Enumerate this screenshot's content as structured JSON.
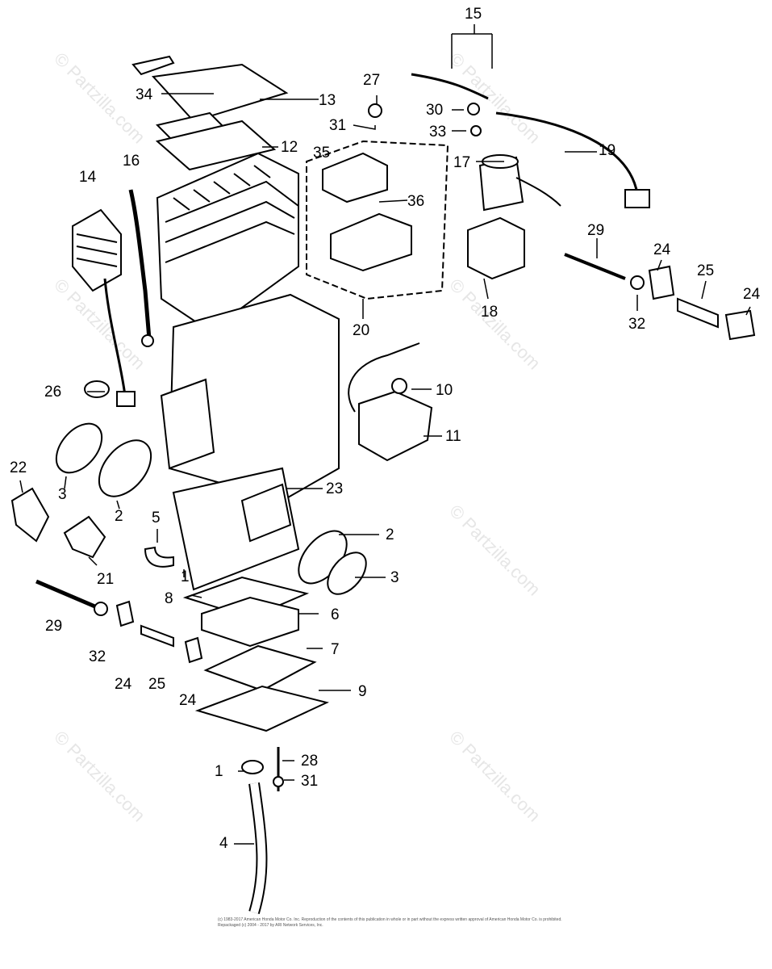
{
  "watermark": "© Partzilla.com",
  "labels": {
    "l1a": "1",
    "l1b": "1",
    "l2a": "2",
    "l2b": "2",
    "l3a": "3",
    "l3b": "3",
    "l4": "4",
    "l5": "5",
    "l6": "6",
    "l7": "7",
    "l8": "8",
    "l9": "9",
    "l10": "10",
    "l11": "11",
    "l12": "12",
    "l13": "13",
    "l14": "14",
    "l15": "15",
    "l16": "16",
    "l17": "17",
    "l18": "18",
    "l19": "19",
    "l20": "20",
    "l21": "21",
    "l22": "22",
    "l23": "23",
    "l24a": "24",
    "l24b": "24",
    "l24c": "24",
    "l24d": "24",
    "l25a": "25",
    "l25b": "25",
    "l26": "26",
    "l27": "27",
    "l28": "28",
    "l29a": "29",
    "l29b": "29",
    "l30": "30",
    "l31a": "31",
    "l31b": "31",
    "l32a": "32",
    "l32b": "32",
    "l33": "33",
    "l34": "34",
    "l35": "35",
    "l36": "36"
  },
  "footer": "(c) 1983-2017 American Honda Motor Co. Inc. Reproduction of the contents of this publication in whole or in part without the express written approval of American Honda Motor Co. is prohibited. Repackaged (c) 2004 - 2017 by ARI Network Services, Inc."
}
